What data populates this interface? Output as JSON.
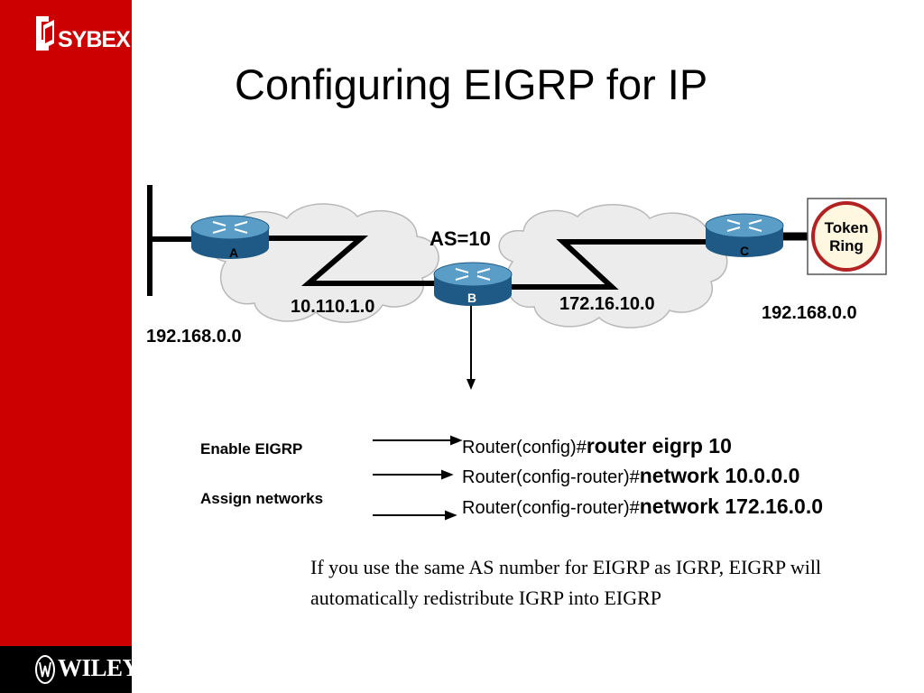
{
  "slide": {
    "title": "Configuring EIGRP for IP",
    "logo_top": "SYBEX",
    "logo_bottom": "WILEY"
  },
  "diagram": {
    "as_label": "AS=10",
    "routers": [
      {
        "id": "A",
        "label": "A"
      },
      {
        "id": "B",
        "label": "B"
      },
      {
        "id": "C",
        "label": "C"
      }
    ],
    "token_ring": {
      "line1": "Token",
      "line2": "Ring"
    },
    "networks": {
      "left_lan": "192.168.0.0",
      "ab_link": "10.110.1.0",
      "bc_link": "172.16.10.0",
      "right_lan": "192.168.0.0"
    }
  },
  "commands": {
    "enable_label": "Enable EIGRP",
    "assign_label": "Assign networks",
    "lines": [
      {
        "prompt": "Router(config)#",
        "cmd": "router eigrp 10"
      },
      {
        "prompt": "Router(config-router)#",
        "cmd": "network 10.0.0.0"
      },
      {
        "prompt": "Router(config-router)#",
        "cmd": "network 172.16.0.0"
      }
    ]
  },
  "note": "If  you use the same AS number for EIGRP as IGRP, EIGRP will automatically redistribute IGRP into EIGRP",
  "colors": {
    "sidebar": "#cc0000",
    "router": "#2b6f9f",
    "ring": "#b22222"
  }
}
